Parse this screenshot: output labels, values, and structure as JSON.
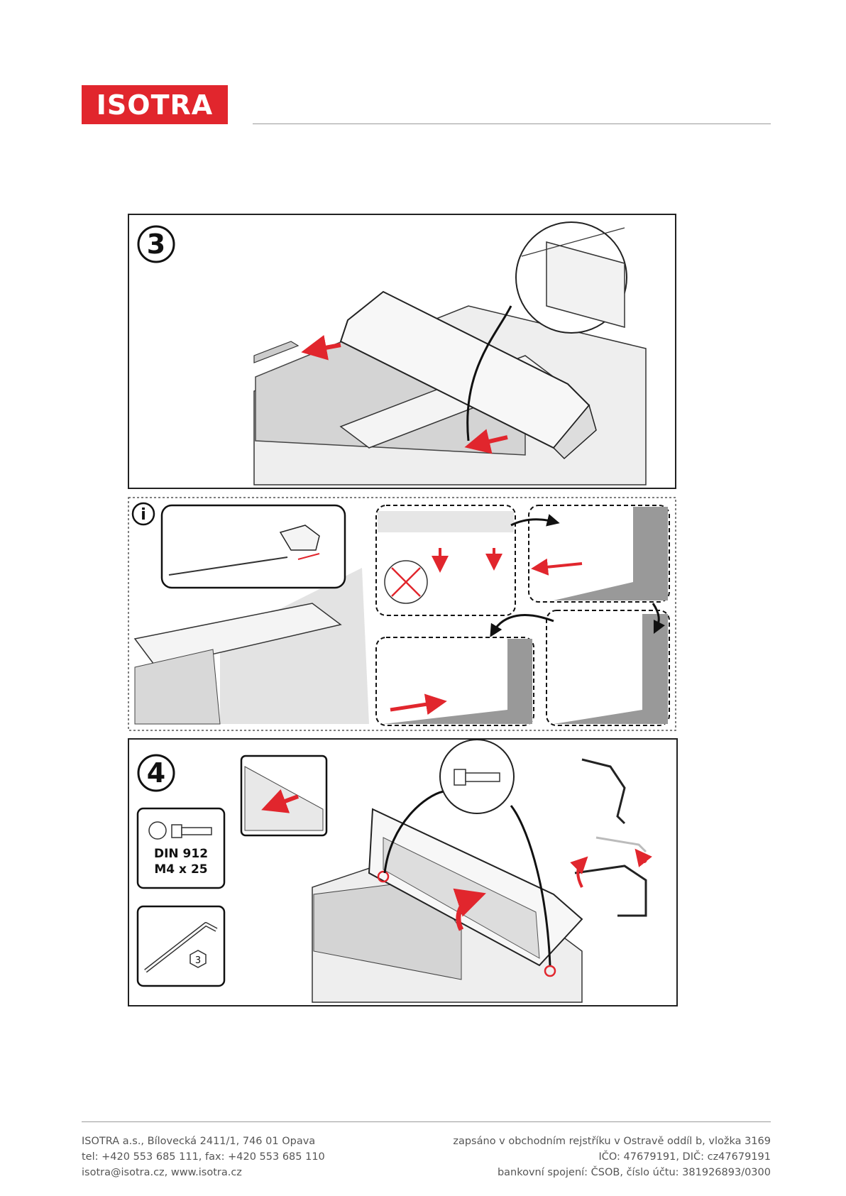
{
  "header": {
    "logo_text": "ISOTRA",
    "brand_color": "#e1262d"
  },
  "step3": {
    "number": "3"
  },
  "info": {
    "symbol": "i"
  },
  "step4": {
    "number": "4",
    "screw_spec_line1": "DIN 912",
    "screw_spec_line2": "M4 x 25",
    "hex_key_size": "3"
  },
  "footer": {
    "left": [
      "ISOTRA a.s., Bílovecká 2411/1, 746 01 Opava",
      "tel: +420 553 685 111, fax: +420 553 685 110",
      "isotra@isotra.cz, www.isotra.cz"
    ],
    "right": [
      "zapsáno v obchodním rejstříku v Ostravě oddíl b, vložka 3169",
      "IČO: 47679191, DIČ: cz47679191",
      "bankovní spojení: ČSOB, číslo účtu: 381926893/0300"
    ]
  }
}
